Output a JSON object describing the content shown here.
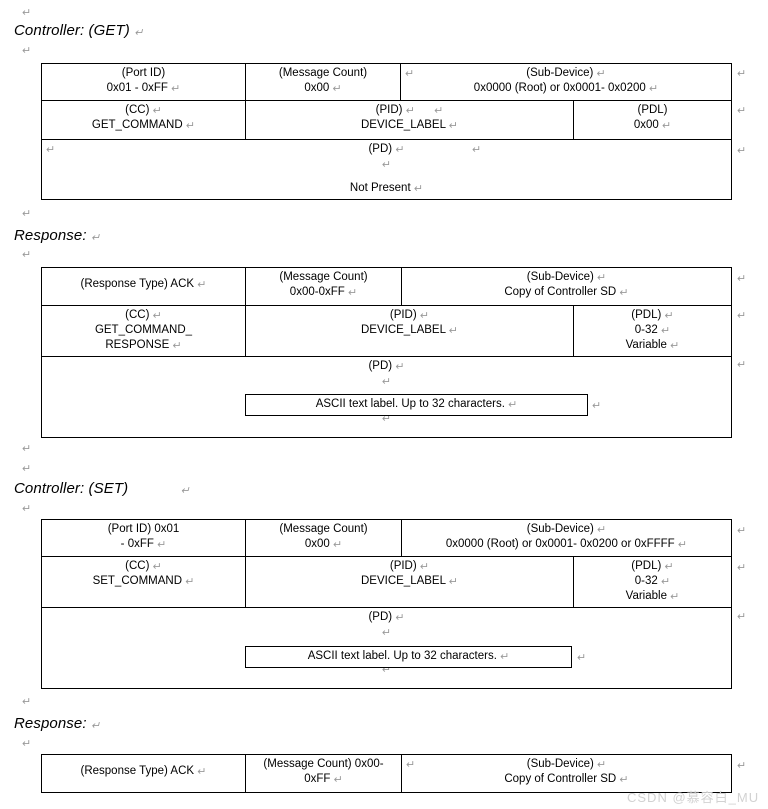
{
  "document": {
    "pilcrow": "↵",
    "watermark": "CSDN @慕容白_MU"
  },
  "headings": {
    "controller_get": "Controller: (GET)",
    "response_1": "Response:",
    "controller_set": "Controller: (SET)",
    "response_2": "Response:"
  },
  "tables": {
    "controller_get": {
      "row1": {
        "port_id_label": "(Port ID)",
        "port_id_value": "0x01 - 0xFF",
        "message_count_label": "(Message Count)",
        "message_count_value": "0x00",
        "sub_device_label": "(Sub-Device)",
        "sub_device_value": "0x0000 (Root) or 0x0001- 0x0200"
      },
      "row2": {
        "cc_label": "(CC)",
        "cc_value": "GET_COMMAND",
        "pid_label": "(PID)",
        "pid_value": "DEVICE_LABEL",
        "pdl_label": "(PDL)",
        "pdl_value": "0x00"
      },
      "row3": {
        "pd_label": "(PD)",
        "pd_value": "Not Present"
      }
    },
    "response_get": {
      "row1": {
        "response_type_label": "(Response Type) ACK",
        "message_count_label": "(Message Count)",
        "message_count_value": "0x00-0xFF",
        "sub_device_label": "(Sub-Device)",
        "sub_device_value": "Copy of Controller SD"
      },
      "row2": {
        "cc_label": "(CC)",
        "cc_value_line1": "GET_COMMAND_",
        "cc_value_line2": "RESPONSE",
        "pid_label": "(PID)",
        "pid_value": "DEVICE_LABEL",
        "pdl_label": "(PDL)",
        "pdl_value_line1": "0-32",
        "pdl_value_line2": "Variable"
      },
      "row3": {
        "pd_label": "(PD)",
        "pd_inner_box": "ASCII text label. Up to 32 characters."
      }
    },
    "controller_set": {
      "row1": {
        "port_id_label": "(Port ID) 0x01",
        "port_id_value": "- 0xFF",
        "message_count_label": "(Message Count)",
        "message_count_value": "0x00",
        "sub_device_label": "(Sub-Device)",
        "sub_device_value": "0x0000 (Root) or 0x0001- 0x0200 or 0xFFFF"
      },
      "row2": {
        "cc_label": "(CC)",
        "cc_value": "SET_COMMAND",
        "pid_label": "(PID)",
        "pid_value": "DEVICE_LABEL",
        "pdl_label": "(PDL)",
        "pdl_value_line1": "0-32",
        "pdl_value_line2": "Variable"
      },
      "row3": {
        "pd_label": "(PD)",
        "pd_inner_box": "ASCII text label. Up to 32 characters."
      }
    },
    "response_set": {
      "row1": {
        "response_type_label": "(Response Type) ACK",
        "message_count_label_line1": "(Message Count) 0x00-",
        "message_count_label_line2": "0xFF",
        "sub_device_label": "(Sub-Device)",
        "sub_device_value": "Copy of Controller SD"
      }
    }
  }
}
